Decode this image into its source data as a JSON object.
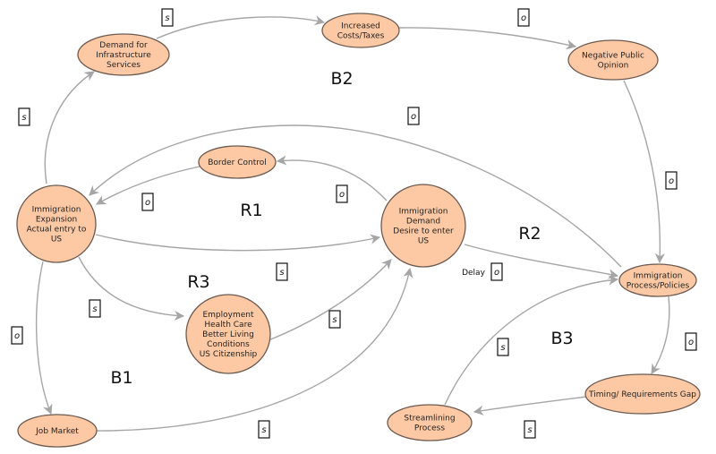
{
  "diagram": {
    "title": "Immigration causal loop diagram",
    "colors": {
      "node_fill": "#fcc9a4",
      "node_stroke": "#6b5a50",
      "edge": "#a5a5a5"
    },
    "nodes": [
      {
        "id": "demand_infra",
        "lines": [
          "Demand for",
          "Infrastructure",
          "Services"
        ]
      },
      {
        "id": "costs",
        "lines": [
          "Increased",
          "Costs/Taxes"
        ]
      },
      {
        "id": "neg_opinion",
        "lines": [
          "Negative Public",
          "Opinion"
        ]
      },
      {
        "id": "border",
        "lines": [
          "Border Control"
        ]
      },
      {
        "id": "expansion",
        "lines": [
          "Immigration",
          "Expansion",
          "Actual entry to",
          "US"
        ]
      },
      {
        "id": "demand",
        "lines": [
          "Immigration",
          "Demand",
          "Desire to enter",
          "US"
        ]
      },
      {
        "id": "process",
        "lines": [
          "Immigration",
          "Process/Policies"
        ]
      },
      {
        "id": "employment",
        "lines": [
          "Employment",
          "Health Care",
          "Better Living",
          "Conditions",
          "US Citizenship"
        ]
      },
      {
        "id": "job_market",
        "lines": [
          "Job Market"
        ]
      },
      {
        "id": "timing",
        "lines": [
          "Timing/ Requirements Gap"
        ]
      },
      {
        "id": "streamlining",
        "lines": [
          "Streamlining",
          "Process"
        ]
      }
    ],
    "edges": [
      {
        "from": "expansion",
        "to": "demand_infra",
        "polarity": "S"
      },
      {
        "from": "demand_infra",
        "to": "costs",
        "polarity": "S"
      },
      {
        "from": "costs",
        "to": "neg_opinion",
        "polarity": "O"
      },
      {
        "from": "neg_opinion",
        "to": "process",
        "polarity": "O"
      },
      {
        "from": "process",
        "to": "expansion",
        "polarity": "O"
      },
      {
        "from": "demand",
        "to": "border",
        "polarity": "O"
      },
      {
        "from": "border",
        "to": "expansion",
        "polarity": "O"
      },
      {
        "from": "expansion",
        "to": "demand",
        "polarity": "S"
      },
      {
        "from": "demand",
        "to": "process",
        "polarity": "O",
        "delay": "Delay"
      },
      {
        "from": "expansion",
        "to": "employment",
        "polarity": "S"
      },
      {
        "from": "employment",
        "to": "demand",
        "polarity": "S"
      },
      {
        "from": "expansion",
        "to": "job_market",
        "polarity": "O"
      },
      {
        "from": "job_market",
        "to": "demand",
        "polarity": "S"
      },
      {
        "from": "process",
        "to": "timing",
        "polarity": "O"
      },
      {
        "from": "timing",
        "to": "streamlining",
        "polarity": "S"
      },
      {
        "from": "streamlining",
        "to": "process",
        "polarity": "S"
      }
    ],
    "loops": [
      "B2",
      "R1",
      "R2",
      "R3",
      "B1",
      "B3"
    ]
  }
}
